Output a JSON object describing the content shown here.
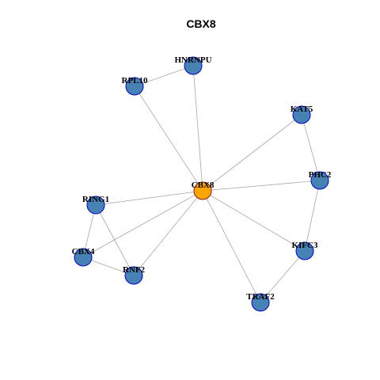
{
  "title": "CBX8",
  "colors": {
    "center_fill": "#FFA500",
    "center_stroke": "#8B1A1A",
    "node_fill": "#4682B4",
    "node_stroke": "#0000CD",
    "edge": "#A8A8A8"
  },
  "nodes": [
    {
      "id": "CBX8",
      "label": "CBX8",
      "center": true
    },
    {
      "id": "HNRNPU",
      "label": "HNRNPU"
    },
    {
      "id": "RPL10",
      "label": "RPL10"
    },
    {
      "id": "KAT5",
      "label": "KAT5"
    },
    {
      "id": "PHC2",
      "label": "PHC2"
    },
    {
      "id": "RING1",
      "label": "RING1"
    },
    {
      "id": "CBX4",
      "label": "CBX4"
    },
    {
      "id": "RNF2",
      "label": "RNF2"
    },
    {
      "id": "KIFC3",
      "label": "KIFC3"
    },
    {
      "id": "TRAF2",
      "label": "TRAF2"
    }
  ],
  "edges": [
    [
      "CBX8",
      "HNRNPU"
    ],
    [
      "CBX8",
      "RPL10"
    ],
    [
      "CBX8",
      "KAT5"
    ],
    [
      "CBX8",
      "PHC2"
    ],
    [
      "CBX8",
      "RING1"
    ],
    [
      "CBX8",
      "CBX4"
    ],
    [
      "CBX8",
      "RNF2"
    ],
    [
      "CBX8",
      "KIFC3"
    ],
    [
      "CBX8",
      "TRAF2"
    ],
    [
      "RPL10",
      "HNRNPU"
    ],
    [
      "KAT5",
      "PHC2"
    ],
    [
      "PHC2",
      "KIFC3"
    ],
    [
      "KIFC3",
      "TRAF2"
    ],
    [
      "RING1",
      "CBX4"
    ],
    [
      "RING1",
      "RNF2"
    ],
    [
      "CBX4",
      "RNF2"
    ]
  ]
}
